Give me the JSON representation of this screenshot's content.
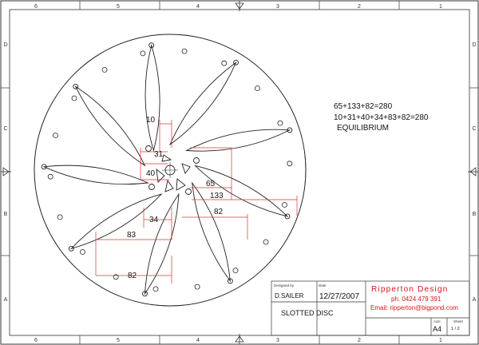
{
  "frame": {
    "col_numbers": [
      "6",
      "5",
      "4",
      "3",
      "2",
      "1"
    ],
    "row_letters": [
      "D",
      "C",
      "B",
      "A"
    ]
  },
  "notes": {
    "line1": "65+133+82=280",
    "line2": "10+31+40+34+83+82=280",
    "line3": "EQUILIBRIUM"
  },
  "dimensions": {
    "d10": "10",
    "d31": "31",
    "d40": "40",
    "d65": "65",
    "d133": "133",
    "d82_right": "82",
    "d34": "34",
    "d83": "83",
    "d82_bottom": "82"
  },
  "title_block": {
    "designed_by_label": "Designed by",
    "designed_by": "D.SAILER",
    "date_label": "Date",
    "date": "12/27/2007",
    "title": "SLOTTED DISC",
    "company": "Ripperton Design",
    "phone": "ph. 0424 479 391",
    "email": "Email: ripperton@bigpond.com",
    "size_label": "SIZE",
    "size": "A4",
    "sheet_label": "Sheet",
    "sheet": "1 / 2"
  },
  "colors": {
    "line": "#222222",
    "dimension": "#e03030",
    "company": "#d01818"
  }
}
